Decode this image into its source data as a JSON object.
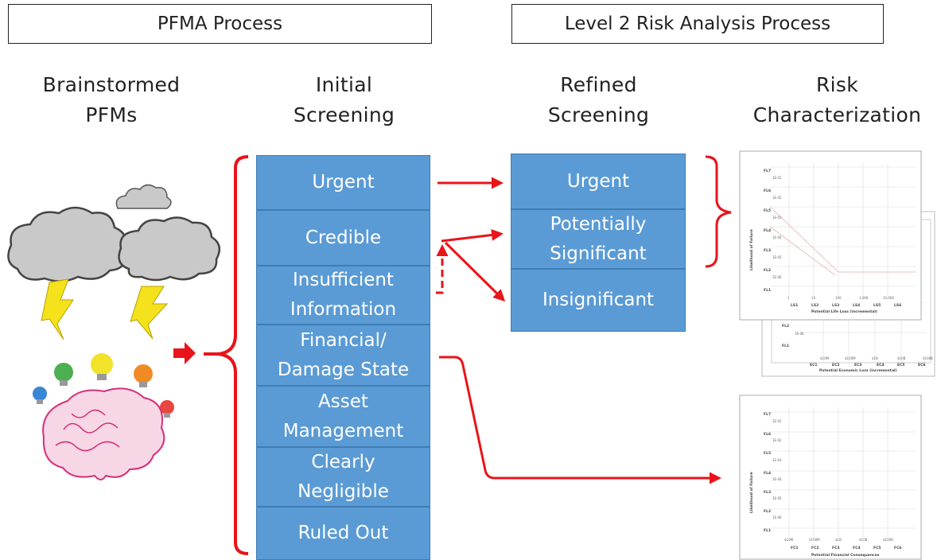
{
  "headers": {
    "pfma": "PFMA Process",
    "level2": "Level 2 Risk Analysis Process"
  },
  "columns": {
    "brainstormed": "Brainstormed\nPFMs",
    "initial": "Initial\nScreening",
    "refined": "Refined\nScreening",
    "risk": "Risk\nCharacterization"
  },
  "initial_screening": [
    "Urgent",
    "Credible",
    "Insufficient\nInformation",
    "Financial/\nDamage State",
    "Asset\nManagement",
    "Clearly\nNegligible",
    "Ruled Out"
  ],
  "refined_screening": [
    "Urgent",
    "Potentially\nSignificant",
    "Insignificant"
  ],
  "charts": {
    "life": {
      "y_title": "Likelihood of Failure",
      "y_levels": [
        "FL7",
        "FL6",
        "FL5",
        "FL4",
        "FL3",
        "FL2",
        "FL1"
      ],
      "y_probs": [
        "1E-01",
        "1E-02",
        "1E-03",
        "1E-04",
        "1E-05",
        "1E-06"
      ],
      "x_levels": [
        "LS1",
        "LS2",
        "LS3",
        "LS4",
        "LS5",
        "LS6"
      ],
      "x_values": [
        "1",
        "10",
        "100",
        "1,000",
        "10,000"
      ],
      "x_title": "Potential Life Loss (incremental)"
    },
    "economic": {
      "y_levels": [
        "FL2",
        "FL1"
      ],
      "y_probs": [
        "1E-06"
      ],
      "x_levels": [
        "EC1",
        "EC2",
        "EC3",
        "EC4",
        "EC5",
        "EC6"
      ],
      "x_values": [
        "$10M",
        "$100M",
        "$1B",
        "$10B",
        "$100B"
      ],
      "x_title": "Potential Economic Loss (incremental)"
    },
    "financial": {
      "y_title": "Likelihood of Failure",
      "y_levels": [
        "FL7",
        "FL6",
        "FL5",
        "FL4",
        "FL3",
        "FL2",
        "FL1"
      ],
      "y_probs": [
        "1E-01",
        "1E-02",
        "1E-03",
        "1E-04",
        "1E-05",
        "1E-06"
      ],
      "x_levels": [
        "FC1",
        "FC2",
        "FC3",
        "FC4",
        "FC5",
        "FC6"
      ],
      "x_values": [
        "$10M",
        "$100M",
        "$1B",
        "$10B",
        "$100B"
      ],
      "x_title": "Potential Financial Consequences"
    }
  },
  "colors": {
    "box_fill": "#5b9bd5",
    "arrow_red": "#e8141a",
    "cloud": "#c9c9c9",
    "lightning": "#f4e21c",
    "brain": "#d6307a"
  }
}
